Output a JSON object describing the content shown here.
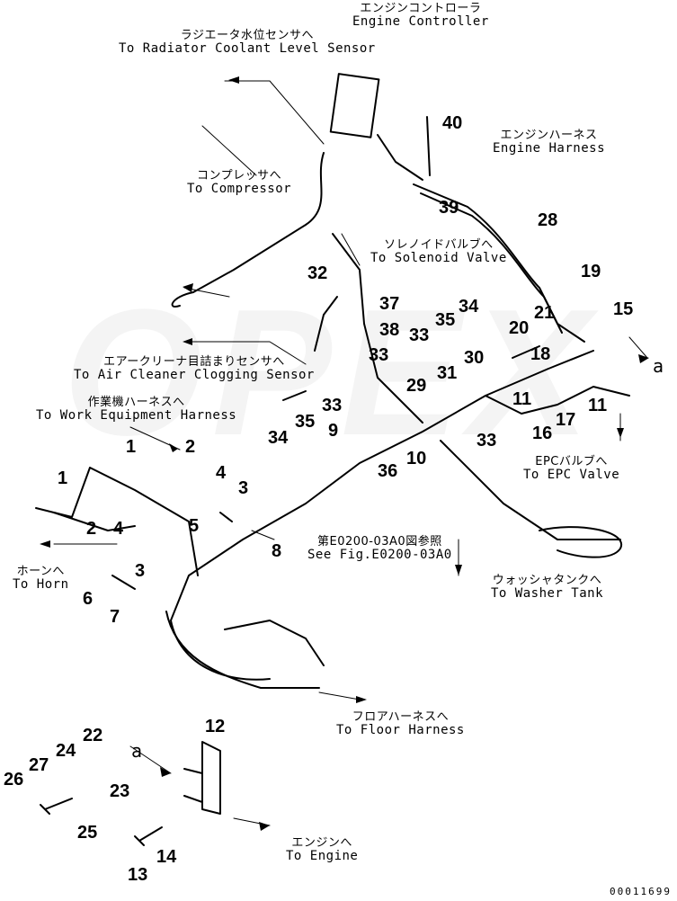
{
  "watermark": "OPEX",
  "doc_id": "00011699",
  "labels": {
    "engine_controller": {
      "jp": "エンジンコントローラ",
      "en": "Engine Controller"
    },
    "radiator": {
      "jp": "ラジエータ水位センサへ",
      "en": "To Radiator Coolant Level Sensor"
    },
    "engine_harness": {
      "jp": "エンジンハーネス",
      "en": "Engine Harness"
    },
    "compressor": {
      "jp": "コンプレッサへ",
      "en": "To Compressor"
    },
    "solenoid": {
      "jp": "ソレノイドバルブへ",
      "en": "To Solenoid Valve"
    },
    "air_cleaner": {
      "jp": "エアークリーナ目詰まりセンサへ",
      "en": "To Air Cleaner Clogging Sensor"
    },
    "work_equipment": {
      "jp": "作業機ハーネスへ",
      "en": "To Work Equipment Harness"
    },
    "horn": {
      "jp": "ホーンへ",
      "en": "To Horn"
    },
    "see_fig": {
      "jp": "第E0200-03A0図参照",
      "en": "See Fig.E0200-03A0"
    },
    "epc_valve": {
      "jp": "EPCバルブへ",
      "en": "To EPC Valve"
    },
    "washer_tank": {
      "jp": "ウォッシャタンクへ",
      "en": "To Washer Tank"
    },
    "floor_harness": {
      "jp": "フロアハーネスへ",
      "en": "To Floor Harness"
    },
    "engine": {
      "jp": "エンジンへ",
      "en": "To Engine"
    }
  },
  "ref_a": "a",
  "part_numbers": [
    "1",
    "1",
    "2",
    "2",
    "3",
    "3",
    "4",
    "4",
    "5",
    "6",
    "7",
    "8",
    "9",
    "10",
    "11",
    "11",
    "12",
    "13",
    "14",
    "15",
    "16",
    "17",
    "18",
    "19",
    "20",
    "21",
    "22",
    "23",
    "24",
    "25",
    "26",
    "27",
    "28",
    "29",
    "30",
    "31",
    "32",
    "33",
    "33",
    "33",
    "33",
    "34",
    "34",
    "35",
    "35",
    "36",
    "37",
    "38",
    "39",
    "40"
  ]
}
